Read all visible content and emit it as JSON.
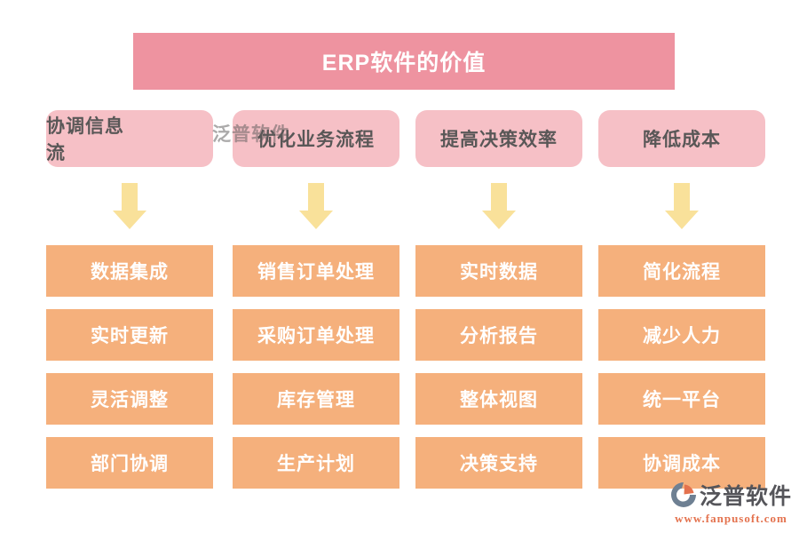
{
  "title": "ERP软件的价值",
  "columns": [
    {
      "header": "协调信息流",
      "items": [
        "数据集成",
        "实时更新",
        "灵活调整",
        "部门协调"
      ]
    },
    {
      "header": "优化业务流程",
      "items": [
        "销售订单处理",
        "采购订单处理",
        "库存管理",
        "生产计划"
      ]
    },
    {
      "header": "提高决策效率",
      "items": [
        "实时数据",
        "分析报告",
        "整体视图",
        "决策支持"
      ]
    },
    {
      "header": "降低成本",
      "items": [
        "简化流程",
        "减少人力",
        "统一平台",
        "协调成本"
      ]
    }
  ],
  "watermark": "泛普软件",
  "footer": {
    "brand": "泛普软件",
    "url": "www.fanpusoft.com"
  },
  "icons": {
    "arrow": "down-arrow",
    "logo": "fanpu-logo"
  },
  "colors": {
    "banner_pink": "#ee93a0",
    "header_pink": "#f6c0c6",
    "box_orange": "#f5b07c",
    "arrow_yellow": "#f9e19a",
    "header_text": "#595757",
    "box_text": "#ffffff",
    "brand_gray": "#55555a",
    "brand_orange": "#e4724e",
    "logo_blue_gray": "#6e8093",
    "background": "#ffffff"
  }
}
